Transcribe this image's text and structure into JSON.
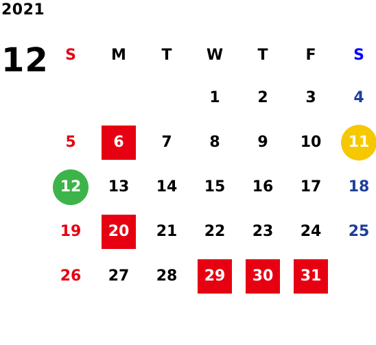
{
  "calendar": {
    "year": "2021",
    "month": "12",
    "weekdays": [
      "S",
      "M",
      "T",
      "W",
      "T",
      "F",
      "S"
    ],
    "weeks": [
      [
        "",
        "",
        "",
        "1",
        "2",
        "3",
        "4"
      ],
      [
        "5",
        "6",
        "7",
        "8",
        "9",
        "10",
        "11"
      ],
      [
        "12",
        "13",
        "14",
        "15",
        "16",
        "17",
        "18"
      ],
      [
        "19",
        "20",
        "21",
        "22",
        "23",
        "24",
        "25"
      ],
      [
        "26",
        "27",
        "28",
        "29",
        "30",
        "31",
        ""
      ]
    ]
  },
  "colors": {
    "sunday": "#e60012",
    "saturday": "#1d3f9a",
    "holiday_bg": "#e60012",
    "today_bg": "#3cb44a",
    "event_bg": "#f5c800"
  }
}
